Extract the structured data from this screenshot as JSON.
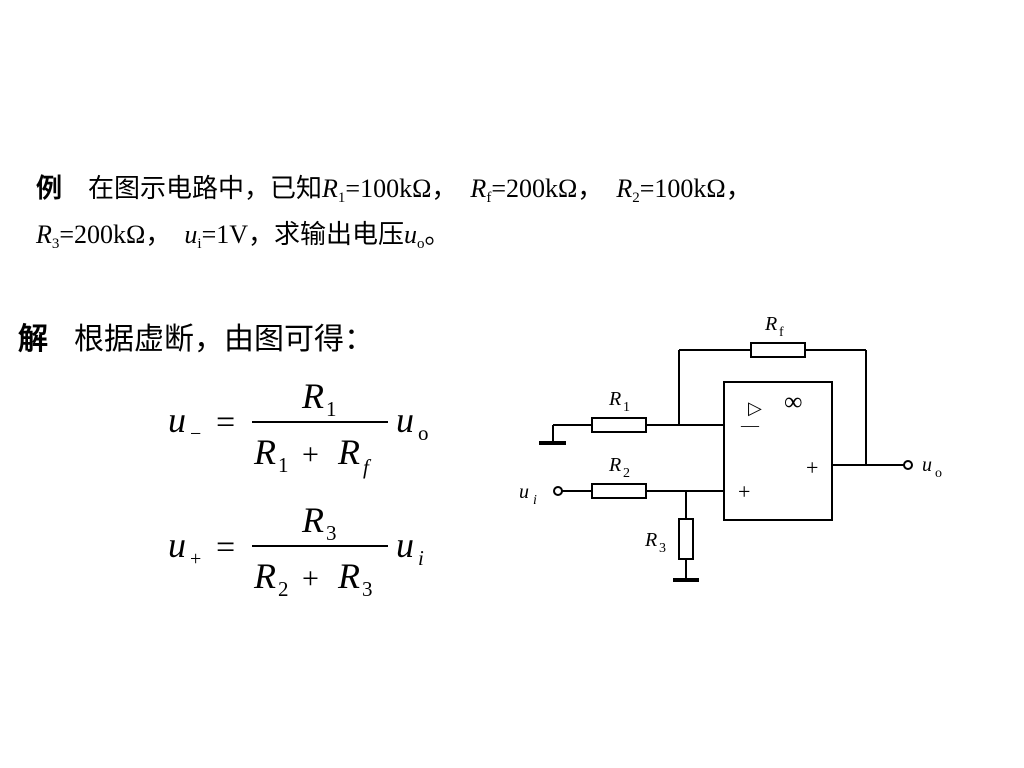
{
  "problem": {
    "label": "例",
    "line1_pre": "在图示电路中，已知",
    "r1_symbol": "R",
    "r1_sub": "1",
    "r1_value": "=100kΩ，",
    "rf_symbol": "R",
    "rf_sub": "f",
    "rf_value": "=200kΩ，",
    "r2_symbol": "R",
    "r2_sub": "2",
    "r2_value": "=100kΩ，",
    "r3_symbol": "R",
    "r3_sub": "3",
    "r3_value": "=200kΩ，",
    "ui_symbol": "u",
    "ui_sub": "i",
    "ui_value": "=1V，",
    "line2_post": "求输出电压",
    "uo_symbol": "u",
    "uo_sub": "o",
    "end_mark": "。"
  },
  "solution": {
    "label": "解",
    "text": "根据虚断，由图可得："
  },
  "equations": {
    "eq1": {
      "lhs": "u",
      "lhs_sub": "−",
      "equals": "=",
      "num": "R",
      "num_sub": "1",
      "den_a": "R",
      "den_a_sub": "1",
      "plus": "+",
      "den_b": "R",
      "den_b_sub": "f",
      "rhs": "u",
      "rhs_sub": "o"
    },
    "eq2": {
      "lhs": "u",
      "lhs_sub": "+",
      "equals": "=",
      "num": "R",
      "num_sub": "3",
      "den_a": "R",
      "den_a_sub": "2",
      "plus": "+",
      "den_b": "R",
      "den_b_sub": "3",
      "rhs": "u",
      "rhs_sub": "i"
    }
  },
  "circuit": {
    "rf_label": "R",
    "rf_sub": "f",
    "r1_label": "R",
    "r1_sub": "1",
    "r2_label": "R",
    "r2_sub": "2",
    "r3_label": "R",
    "r3_sub": "3",
    "amp_triangle": "▷",
    "amp_infinity": "∞",
    "minus_sign": "—",
    "plus_out": "+",
    "plus_in": "+",
    "input_label": "u",
    "input_sub": "i",
    "output_label": "u",
    "output_sub": "o"
  }
}
